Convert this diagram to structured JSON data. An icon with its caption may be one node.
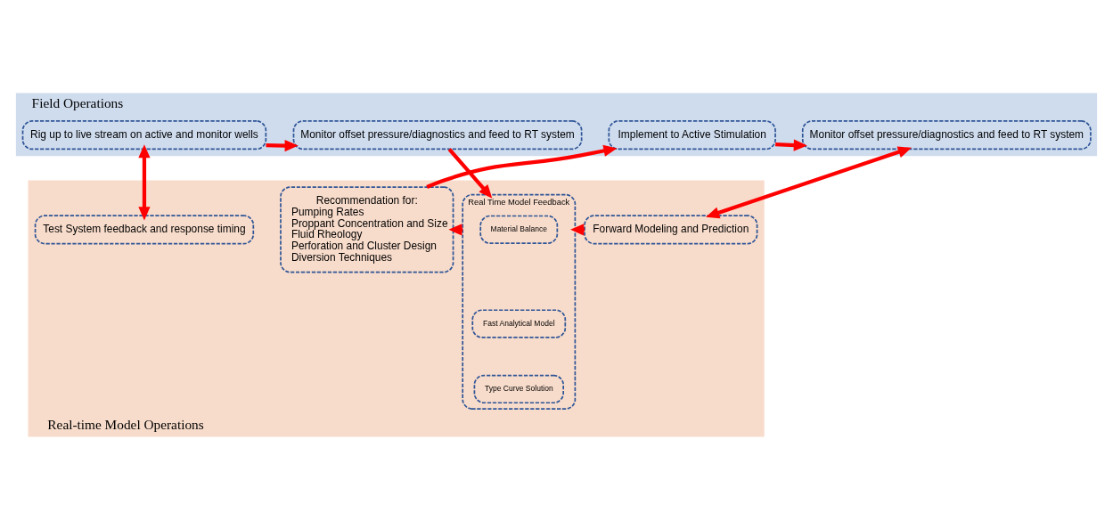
{
  "diagram": {
    "nodes": [
      {
        "text": [
          "Field Operations"
        ]
      },
      {
        "text": [
          "Rig up to live stream on active and monitor wells"
        ],
        "in": 0
      },
      {
        "text": [
          "Monitor offset pressure/diagnostics and feed to RT system"
        ],
        "in": 0
      },
      {
        "text": [
          "Implement to Active Stimulation"
        ],
        "in": 0
      },
      {
        "text": [
          "Monitor offset pressure/diagnostics and feed to RT system"
        ],
        "in": 0
      },
      {
        "text": [
          "Real-time Model Operations"
        ]
      },
      {
        "text": [
          "Test System feedback and response timing"
        ],
        "in": 5
      },
      {
        "text": [
          "Real Time Model Feedback"
        ],
        "in": 5
      },
      {
        "text": [
          "Material Balance"
        ],
        "in": 7
      },
      {
        "text": [
          "Fast Analytical Model"
        ],
        "in": 7
      },
      {
        "text": [
          "Type Curve Solution"
        ],
        "in": 7
      },
      {
        "text": [
          "Recommendation for:",
          "Pumping Rates",
          "Proppant Concentration and Size",
          "Fluid Rheology",
          "Perforation and Cluster Design",
          "Diversion Techniques"
        ],
        "in": 5
      },
      {
        "text": [
          "Forward Modeling and Prediction"
        ],
        "in": 5
      }
    ],
    "edges": [
      {
        "from": 1,
        "to": 2,
        "arrow": "to"
      },
      {
        "from": 1,
        "to": 6,
        "arrow": "both"
      },
      {
        "from": 2,
        "to": 7,
        "arrow": "to"
      },
      {
        "from": 7,
        "to": 11,
        "arrow": "to"
      },
      {
        "from": 11,
        "to": 3,
        "arrow": "to"
      },
      {
        "from": 3,
        "to": 4,
        "arrow": "to"
      },
      {
        "from": 4,
        "to": 12,
        "arrow": "both"
      },
      {
        "from": 12,
        "to": 7,
        "arrow": "to"
      }
    ]
  }
}
